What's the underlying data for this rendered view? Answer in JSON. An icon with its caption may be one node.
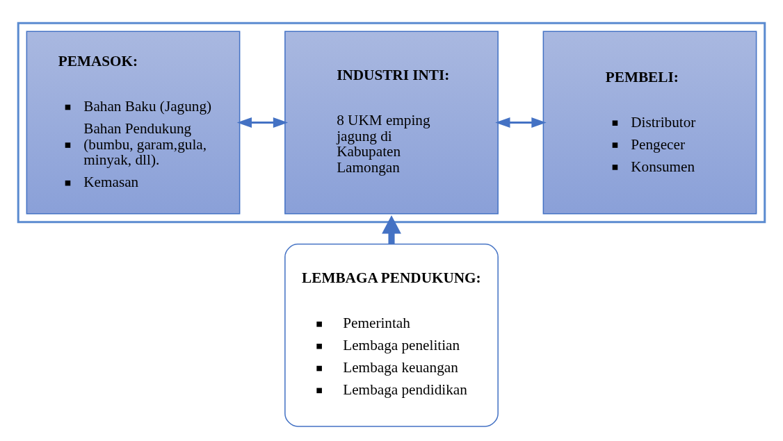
{
  "diagram": {
    "nodes": [
      {
        "text": [],
        "shape": "box"
      },
      {
        "text": [
          "PEMASOK:",
          "Bahan Baku (Jagung)",
          "Bahan Pendukung (bumbu, garam,gula, minyak, dll).",
          "Kemasan"
        ],
        "in": 0
      },
      {
        "text": [
          "INDUSTRI INTI:",
          "8 UKM emping jagung di Kabupaten Lamongan"
        ],
        "in": 0
      },
      {
        "text": [
          "PEMBELI:",
          "Distributor",
          "Pengecer",
          "Konsumen"
        ],
        "in": 0
      },
      {
        "text": [
          "LEMBAGA PENDUKUNG:",
          "Pemerintah",
          "Lembaga penelitian",
          "Lembaga keuangan",
          "Lembaga pendidikan"
        ]
      }
    ],
    "edges": [
      {
        "from": 1,
        "to": 2,
        "arrow": "both"
      },
      {
        "from": 2,
        "to": 3,
        "arrow": "both"
      },
      {
        "from": 4,
        "to": 0,
        "arrow": "to",
        "style": "thick"
      }
    ]
  }
}
